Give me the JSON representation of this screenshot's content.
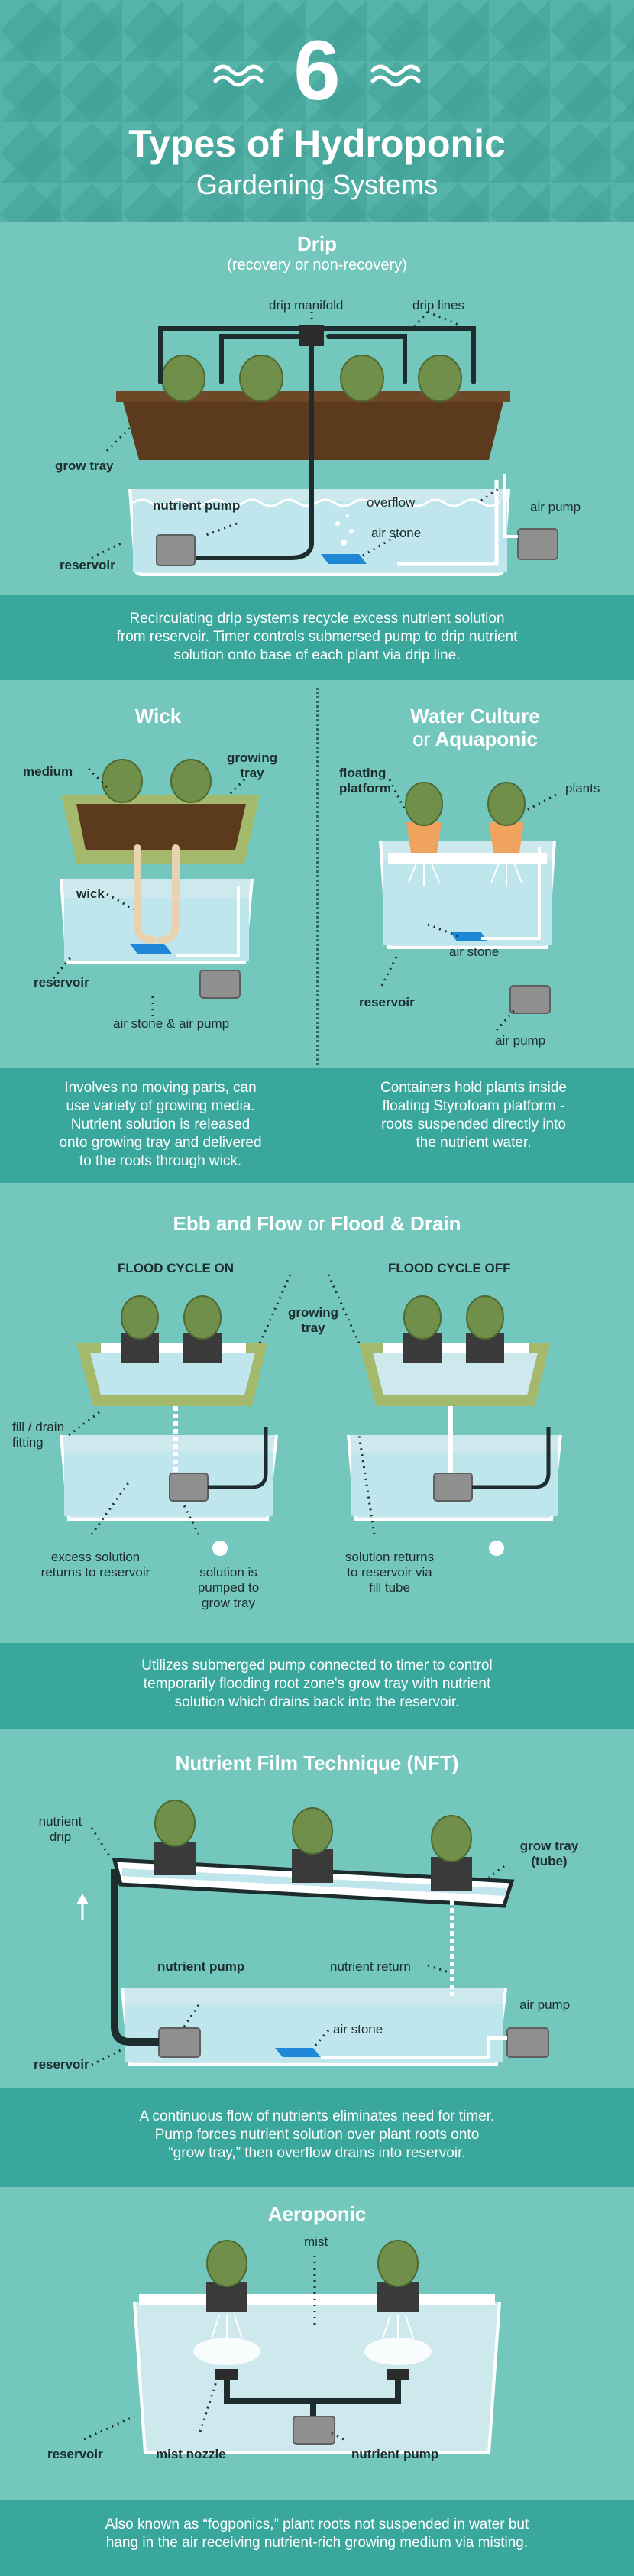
{
  "header": {
    "number": "6",
    "title": "Types of Hydroponic",
    "subtitle": "Gardening Systems"
  },
  "drip": {
    "title": "Drip",
    "subtitle": "(recovery or non-recovery)",
    "labels": {
      "drip_manifold": "drip manifold",
      "drip_lines": "drip lines",
      "grow_tray": "grow tray",
      "nutrient_pump": "nutrient pump",
      "overflow": "overflow",
      "air_pump": "air pump",
      "air_stone": "air stone",
      "reservoir": "reservoir"
    },
    "description": [
      "Recirculating drip systems recycle excess nutrient solution",
      "from reservoir. Timer controls submersed pump to drip nutrient",
      "solution onto base of each plant via drip line."
    ]
  },
  "wick": {
    "title": "Wick",
    "labels": {
      "medium": "medium",
      "growing_tray_1": "growing",
      "growing_tray_2": "tray",
      "wick": "wick",
      "reservoir": "reservoir",
      "air_stone_pump": "air stone & air pump"
    },
    "description": [
      "Involves no moving parts, can",
      "use variety of growing media.",
      "Nutrient solution is released",
      "onto growing tray and delivered",
      "to the roots through wick."
    ]
  },
  "water_culture": {
    "title": "Water Culture",
    "title_or": "or",
    "title_2": "Aquaponic",
    "labels": {
      "floating_1": "floating",
      "floating_2": "platform",
      "plants": "plants",
      "air_stone": "air stone",
      "reservoir": "reservoir",
      "air_pump": "air pump"
    },
    "description": [
      "Containers hold plants inside",
      "floating Styrofoam platform -",
      "roots suspended directly into",
      "the nutrient water."
    ]
  },
  "ebb": {
    "title_a": "Ebb and Flow",
    "title_or": "or",
    "title_b": "Flood & Drain",
    "cycle_on": "FLOOD CYCLE ON",
    "cycle_off": "FLOOD CYCLE OFF",
    "labels": {
      "growing_tray_1": "growing",
      "growing_tray_2": "tray",
      "fill_drain_1": "fill / drain",
      "fill_drain_2": "fitting",
      "excess_1": "excess solution",
      "excess_2": "returns to reservoir",
      "pumped_1": "solution is",
      "pumped_2": "pumped to",
      "pumped_3": "grow tray",
      "returns_1": "solution returns",
      "returns_2": "to reservoir via",
      "returns_3": "fill tube"
    },
    "description": [
      "Utilizes submerged pump connected to timer to control",
      "temporarily flooding root zone's grow tray with nutrient",
      "solution which drains back into the reservoir."
    ]
  },
  "nft": {
    "title": "Nutrient Film Technique (NFT)",
    "labels": {
      "nutrient_drip_1": "nutrient",
      "nutrient_drip_2": "drip",
      "grow_tray_1": "grow tray",
      "grow_tray_2": "(tube)",
      "nutrient_pump": "nutrient pump",
      "nutrient_return": "nutrient return",
      "air_pump": "air pump",
      "air_stone": "air stone",
      "reservoir": "reservoir"
    },
    "description": [
      "A continuous flow of nutrients eliminates need for timer.",
      "Pump forces nutrient solution over plant roots onto",
      "“grow tray,” then overflow drains into reservoir."
    ]
  },
  "aeroponic": {
    "title": "Aeroponic",
    "labels": {
      "mist": "mist",
      "reservoir": "reservoir",
      "mist_nozzle": "mist nozzle",
      "nutrient_pump": "nutrient pump"
    },
    "description": [
      "Also known as “fogponics,” plant roots not suspended in water but",
      "hang in the air receiving nutrient-rich growing medium via misting."
    ]
  },
  "colors": {
    "background": "#5bbcb0",
    "section": "#74c7bc",
    "band": "#3aa79d",
    "soil": "#5b3a1e",
    "tray_green": "#a4b96b",
    "water": "#bfe6ec",
    "plant": "#6f8f4a",
    "pump": "#8f8f8f",
    "air_stone": "#1e88d6",
    "pot": "#f0a35c"
  }
}
